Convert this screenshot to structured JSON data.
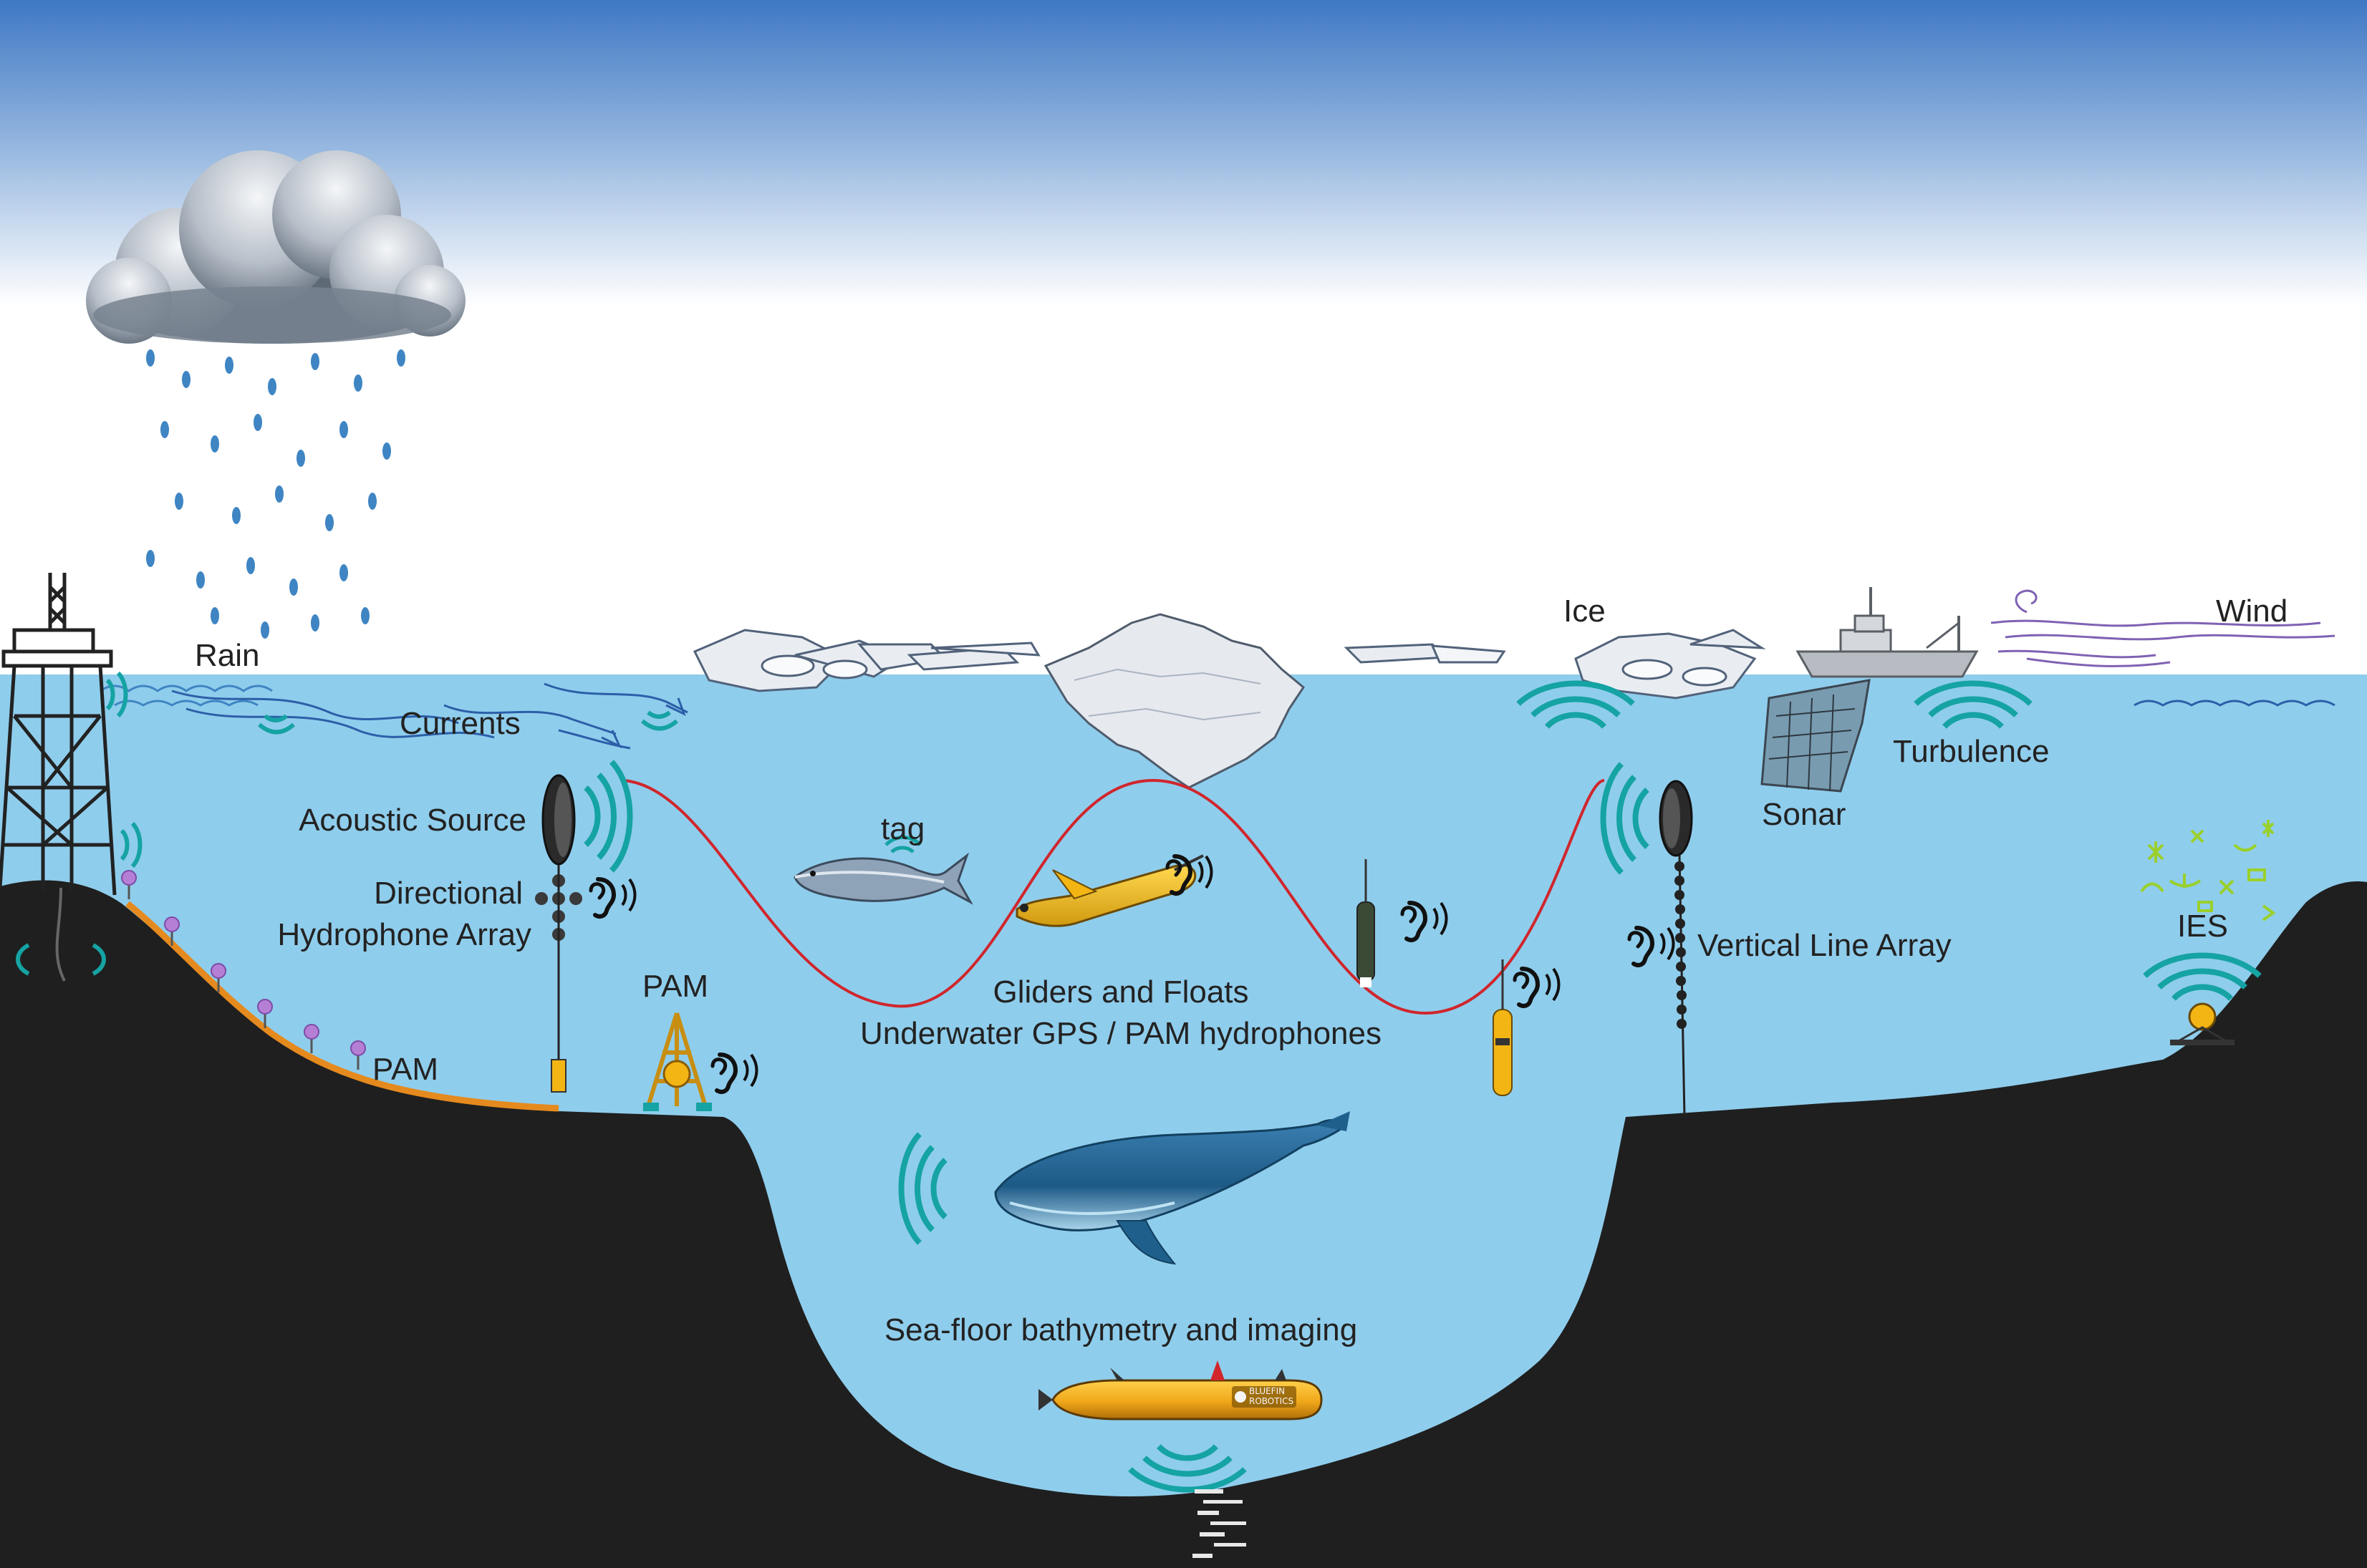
{
  "labels": {
    "rain": "Rain",
    "currents": "Currents",
    "acoustic_source": "Acoustic Source",
    "directional_line1": "Directional",
    "directional_line2": "Hydrophone Array",
    "pam_left": "PAM",
    "pam_tripod": "PAM",
    "tag": "tag",
    "gliders_line1": "Gliders and Floats",
    "gliders_line2": "Underwater GPS / PAM hydrophones",
    "ice": "Ice",
    "wind": "Wind",
    "turbulence": "Turbulence",
    "sonar": "Sonar",
    "vertical_line_array": "Vertical Line Array",
    "ies": "IES",
    "seafloor": "Sea-floor bathymetry and imaging",
    "auv_logo_1": "BLUEFIN",
    "auv_logo_2": "ROBOTICS"
  },
  "colors": {
    "sky_top": "#3f78c4",
    "sky_bottom": "#ffffff",
    "water": "#8fcdec",
    "seafloor": "#1f1f1f",
    "signal_teal": "#15a3a3",
    "sound_path": "#d0262c",
    "cable_orange": "#e58a1e",
    "instrument_yellow": "#f2b514",
    "pam_node": "#b57fd6",
    "ice": "#e9edf2"
  },
  "icons": [
    "cloud-icon",
    "rain-drops-icon",
    "oil-rig-icon",
    "ear-icon",
    "fish-icon",
    "whale-icon",
    "glider-icon",
    "float-icon",
    "ship-icon",
    "auv-icon",
    "iceberg-icon",
    "sonar-net-icon",
    "ies-icon",
    "tripod-icon",
    "acoustic-source-icon"
  ]
}
